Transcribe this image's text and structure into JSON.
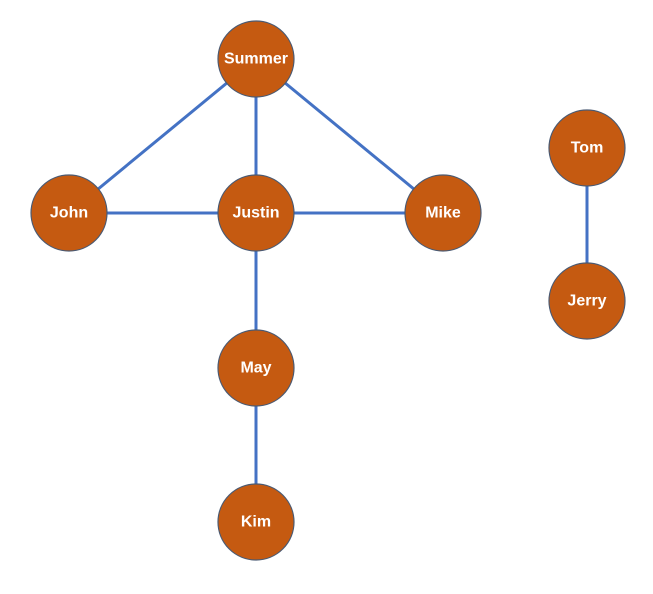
{
  "colors": {
    "node_fill": "#C55A11",
    "node_stroke": "#4A5A73",
    "edge": "#4472C4",
    "label": "#FFFFFF",
    "background": "#FFFFFF"
  },
  "nodes": [
    {
      "id": "summer",
      "label": "Summer"
    },
    {
      "id": "john",
      "label": "John"
    },
    {
      "id": "justin",
      "label": "Justin"
    },
    {
      "id": "mike",
      "label": "Mike"
    },
    {
      "id": "may",
      "label": "May"
    },
    {
      "id": "kim",
      "label": "Kim"
    },
    {
      "id": "tom",
      "label": "Tom"
    },
    {
      "id": "jerry",
      "label": "Jerry"
    }
  ],
  "edges": [
    {
      "from": "summer",
      "to": "john"
    },
    {
      "from": "summer",
      "to": "justin"
    },
    {
      "from": "summer",
      "to": "mike"
    },
    {
      "from": "john",
      "to": "justin"
    },
    {
      "from": "justin",
      "to": "mike"
    },
    {
      "from": "justin",
      "to": "may"
    },
    {
      "from": "may",
      "to": "kim"
    },
    {
      "from": "tom",
      "to": "jerry"
    }
  ]
}
